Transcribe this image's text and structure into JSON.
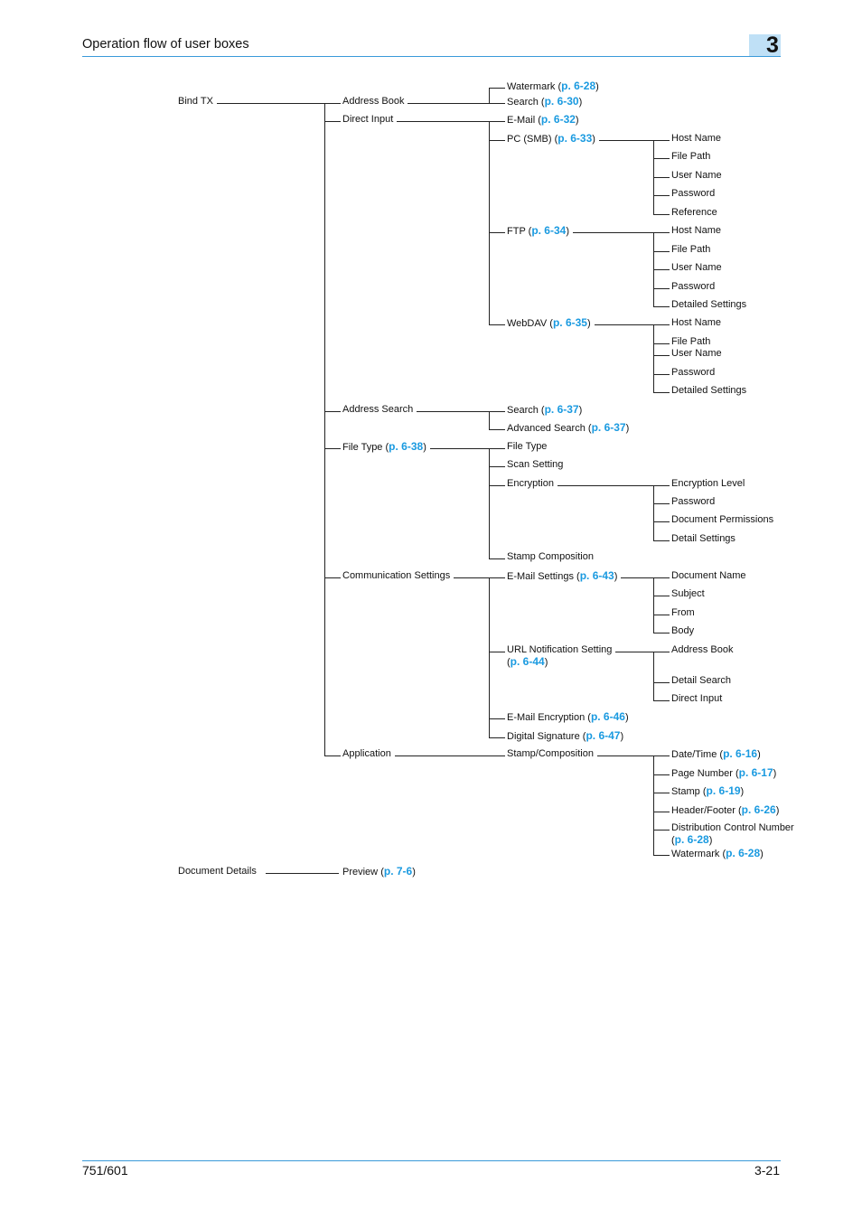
{
  "header": {
    "title": "Operation flow of user boxes",
    "chapter": "3"
  },
  "footer": {
    "model": "751/601",
    "page": "3-21"
  },
  "tree": {
    "label": "Bind TX",
    "children": [
      {
        "label": "Address Book",
        "children": [
          {
            "label": "Watermark",
            "ref": "p. 6-28"
          },
          {
            "label": "Search",
            "ref": "p. 6-30"
          }
        ]
      },
      {
        "label": "Direct Input",
        "children": [
          {
            "label": "E-Mail",
            "ref": "p. 6-32"
          },
          {
            "label": "PC (SMB)",
            "ref": "p. 6-33",
            "children": [
              {
                "label": "Host Name"
              },
              {
                "label": "File Path"
              },
              {
                "label": "User Name"
              },
              {
                "label": "Password"
              },
              {
                "label": "Reference"
              }
            ]
          },
          {
            "label": "FTP",
            "ref": "p. 6-34",
            "children": [
              {
                "label": "Host Name"
              },
              {
                "label": "File Path"
              },
              {
                "label": "User Name"
              },
              {
                "label": "Password"
              },
              {
                "label": "Detailed Settings"
              }
            ]
          },
          {
            "label": "WebDAV",
            "ref": "p. 6-35",
            "children": [
              {
                "label": "Host Name"
              },
              {
                "label": "File Path"
              },
              {
                "label": "User Name"
              },
              {
                "label": "Password"
              },
              {
                "label": "Detailed Settings"
              }
            ]
          }
        ]
      },
      {
        "label": "Address Search",
        "children": [
          {
            "label": "Search",
            "ref": "p. 6-37"
          },
          {
            "label": "Advanced Search",
            "ref": "p. 6-37"
          }
        ]
      },
      {
        "label": "File Type",
        "ref": "p. 6-38",
        "children": [
          {
            "label": "File Type"
          },
          {
            "label": "Scan Setting"
          },
          {
            "label": "Encryption",
            "children": [
              {
                "label": "Encryption Level"
              },
              {
                "label": "Password"
              },
              {
                "label": "Document Permissions"
              },
              {
                "label": "Detail Settings"
              }
            ]
          },
          {
            "label": "Stamp Composition"
          }
        ]
      },
      {
        "label": "Communication Settings",
        "children": [
          {
            "label": "E-Mail Settings",
            "ref": "p. 6-43",
            "children": [
              {
                "label": "Document Name"
              },
              {
                "label": "Subject"
              },
              {
                "label": "From"
              },
              {
                "label": "Body"
              }
            ]
          },
          {
            "label": "URL Notification Setting",
            "ref": "p. 6-44",
            "children": [
              {
                "label": "Address Book"
              },
              {
                "label": "Detail Search"
              },
              {
                "label": "Direct Input"
              }
            ]
          },
          {
            "label": "E-Mail Encryption",
            "ref": "p. 6-46"
          },
          {
            "label": "Digital Signature",
            "ref": "p. 6-47"
          }
        ]
      },
      {
        "label": "Application",
        "children": [
          {
            "label": "Stamp/Composition",
            "children": [
              {
                "label": "Date/Time",
                "ref": "p. 6-16"
              },
              {
                "label": "Page Number",
                "ref": "p. 6-17"
              },
              {
                "label": "Stamp",
                "ref": "p. 6-19"
              },
              {
                "label": "Header/Footer",
                "ref": "p. 6-26"
              },
              {
                "label": "Distribution Control Number",
                "ref": "p. 6-28"
              },
              {
                "label": "Watermark",
                "ref": "p. 6-28"
              }
            ]
          }
        ]
      }
    ]
  },
  "tree2": {
    "label": "Document Details",
    "children": [
      {
        "label": "Preview",
        "ref": "p. 7-6"
      }
    ]
  }
}
